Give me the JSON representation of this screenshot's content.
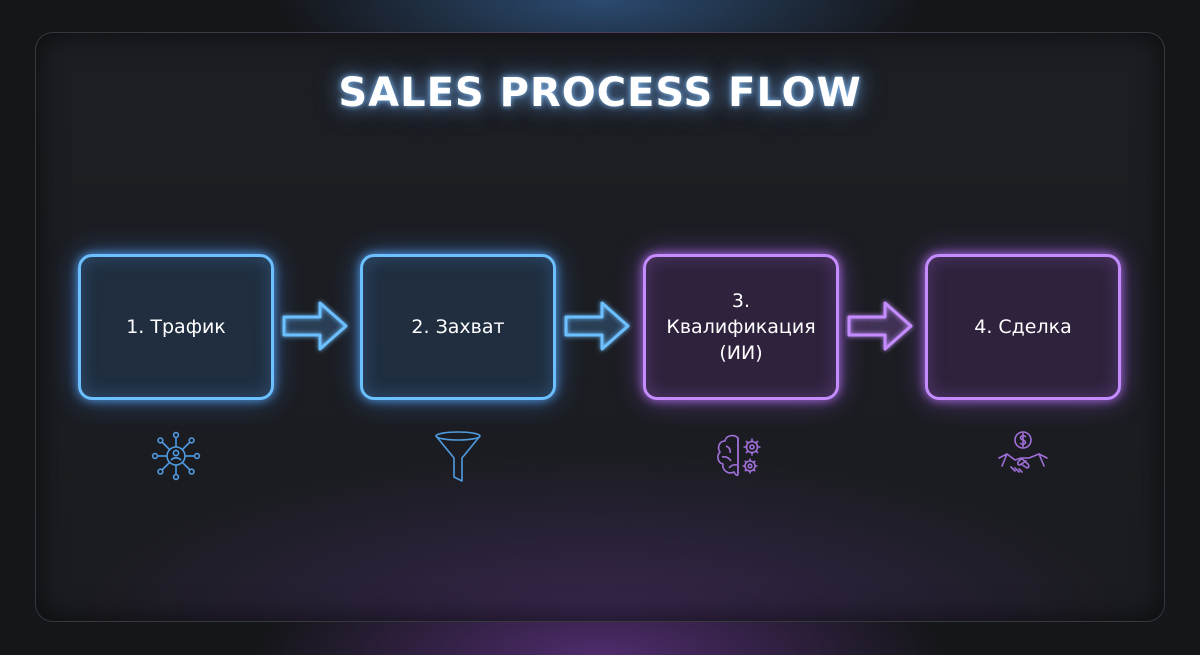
{
  "title": "SALES PROCESS FLOW",
  "steps": [
    {
      "label": "1. Трафик",
      "color": "#6cc0ff",
      "icon": "network-user-icon"
    },
    {
      "label": "2. Захват",
      "color": "#6cc0ff",
      "icon": "funnel-icon"
    },
    {
      "label": "3.\nКвалификация\n(ИИ)",
      "color": "#c58cff",
      "icon": "brain-gear-icon"
    },
    {
      "label": "4. Сделка",
      "color": "#c58cff",
      "icon": "handshake-dollar-icon"
    }
  ],
  "colors": {
    "blue_accent": "#6cc0ff",
    "purple_accent": "#c58cff",
    "background": "#15161a"
  }
}
